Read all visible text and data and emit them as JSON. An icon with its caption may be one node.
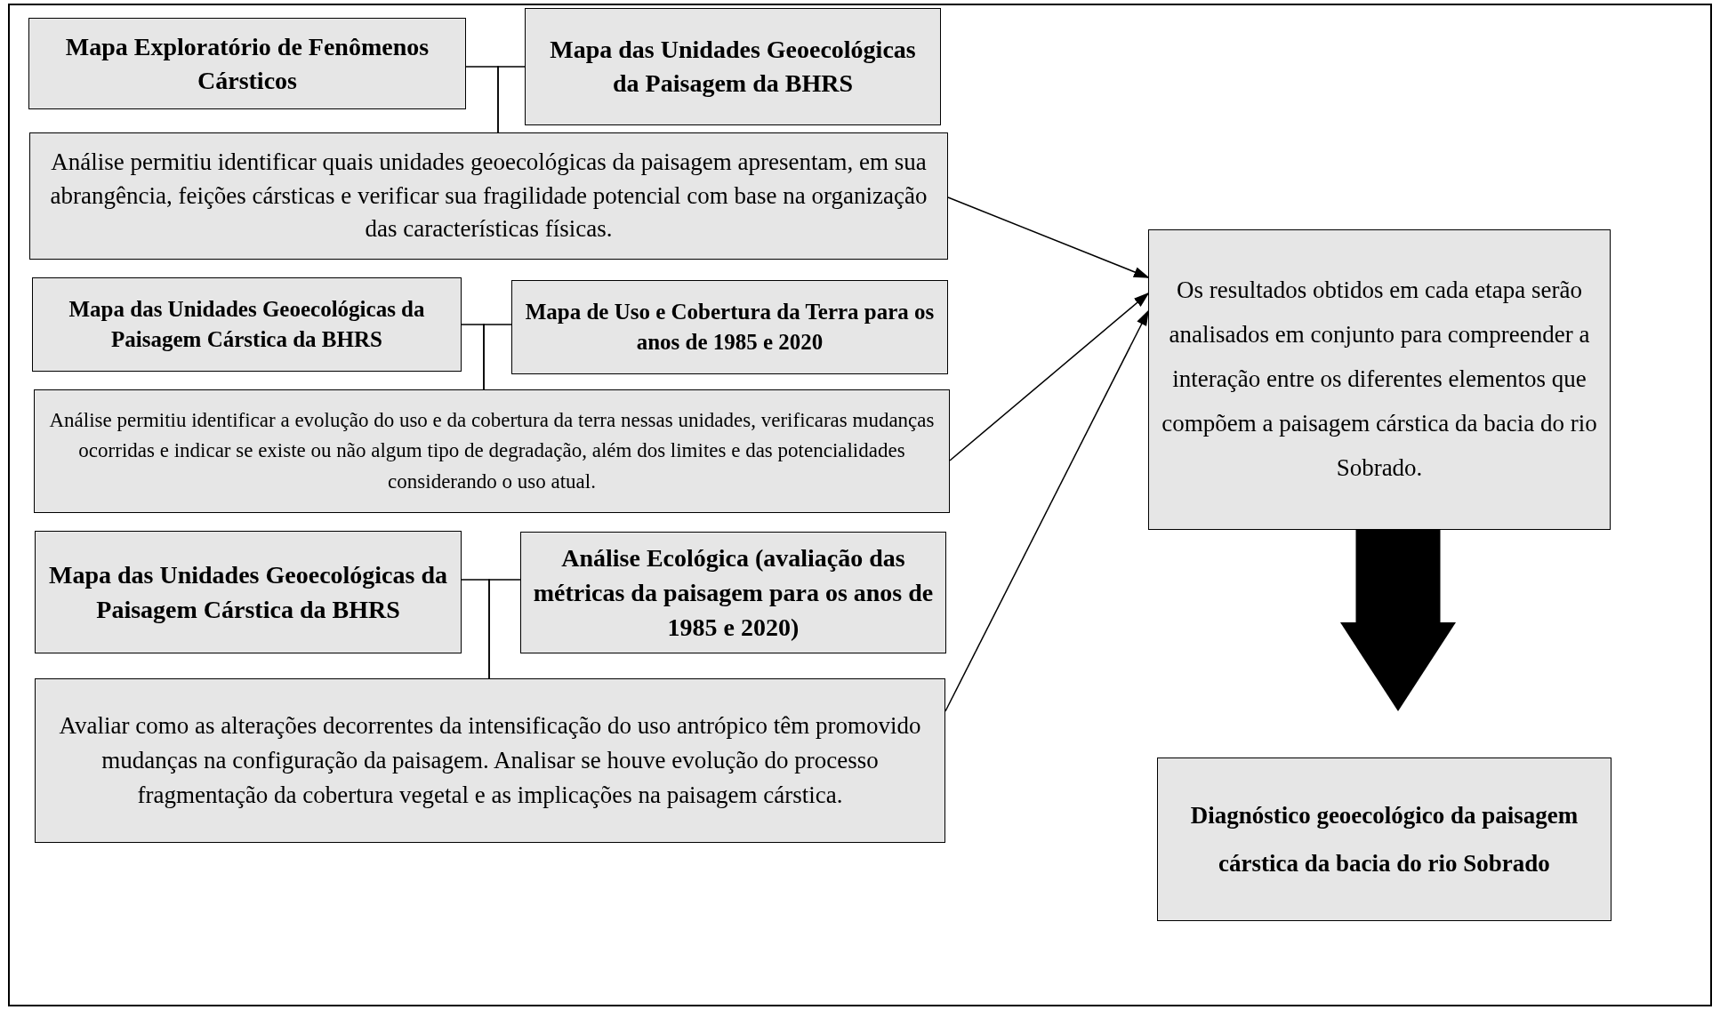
{
  "diagram": {
    "nodes": [
      {
        "text": [
          "Mapa Exploratório de Fenômenos Cársticos"
        ]
      },
      {
        "text": [
          "Mapa das Unidades Geoecológicas da Paisagem da BHRS"
        ]
      },
      {
        "text": [
          "Análise permitiu identificar quais unidades geoecológicas da paisagem apresentam, em sua abrangência, feições cársticas e verificar sua fragilidade potencial com base na organização das características físicas."
        ]
      },
      {
        "text": [
          "Mapa das Unidades Geoecológicas da Paisagem Cárstica da BHRS"
        ]
      },
      {
        "text": [
          "Mapa de Uso e Cobertura da Terra para os anos de 1985 e 2020"
        ]
      },
      {
        "text": [
          "Análise permitiu identificar a evolução do uso e da cobertura da terra nessas unidades, verificaras mudanças ocorridas e indicar se existe ou não algum tipo de degradação, além dos limites e das potencialidades considerando o uso atual."
        ]
      },
      {
        "text": [
          "Mapa das Unidades Geoecológicas da Paisagem Cárstica da BHRS"
        ]
      },
      {
        "text": [
          "Análise Ecológica (avaliação das métricas da paisagem para os anos de 1985 e 2020)"
        ]
      },
      {
        "text": [
          "Avaliar como as alterações decorrentes da intensificação do uso antrópico têm promovido mudanças na configuração da paisagem. Analisar se houve evolução do processo fragmentação da cobertura vegetal e as implicações na paisagem cárstica."
        ]
      },
      {
        "text": [
          "Os resultados obtidos em cada etapa serão analisados em conjunto para compreender a interação entre os diferentes elementos que compõem a paisagem cárstica da bacia do rio Sobrado."
        ]
      },
      {
        "text": [
          "Diagnóstico geoecológico da paisagem cárstica da bacia do rio Sobrado"
        ]
      }
    ],
    "edges": [
      {
        "from": 0,
        "to": 2,
        "arrow": "none"
      },
      {
        "from": 1,
        "to": 2,
        "arrow": "none"
      },
      {
        "from": 3,
        "to": 5,
        "arrow": "none"
      },
      {
        "from": 4,
        "to": 5,
        "arrow": "none"
      },
      {
        "from": 6,
        "to": 8,
        "arrow": "none"
      },
      {
        "from": 7,
        "to": 8,
        "arrow": "none"
      },
      {
        "from": 2,
        "to": 9,
        "arrow": "to"
      },
      {
        "from": 5,
        "to": 9,
        "arrow": "to"
      },
      {
        "from": 8,
        "to": 9,
        "arrow": "to"
      },
      {
        "from": 9,
        "to": 10,
        "arrow": "to",
        "style": "thick"
      }
    ]
  }
}
